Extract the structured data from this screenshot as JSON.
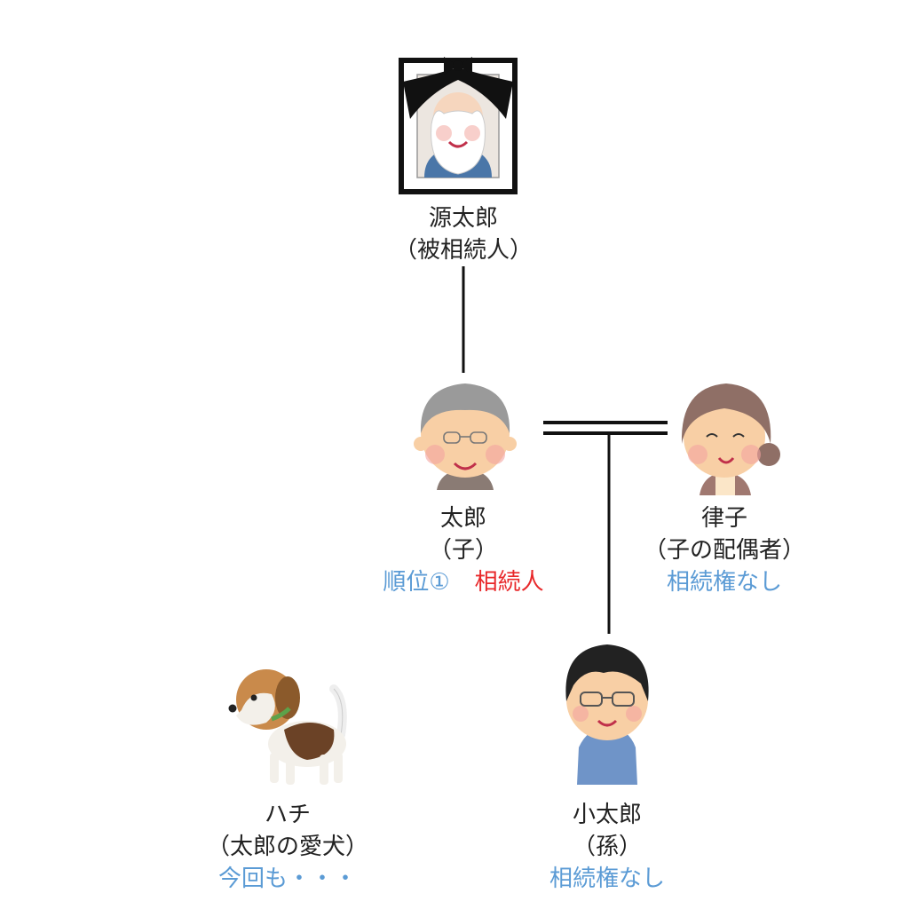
{
  "people": {
    "deceased": {
      "name": "源太郎",
      "role": "（被相続人）"
    },
    "child": {
      "name": "太郎",
      "role": "（子）",
      "rank": "順位①",
      "status": "相続人"
    },
    "spouse": {
      "name": "律子",
      "role": "（子の配偶者）",
      "status": "相続権なし"
    },
    "grandchild": {
      "name": "小太郎",
      "role": "（孫）",
      "status": "相続権なし"
    },
    "dog": {
      "name": "ハチ",
      "role": "（太郎の愛犬）",
      "status": "今回も・・・"
    }
  },
  "icons": {
    "deceased": "memorial-portrait-icon",
    "child": "elderly-man-icon",
    "spouse": "elderly-woman-icon",
    "grandchild": "young-man-glasses-icon",
    "dog": "beagle-dog-icon"
  },
  "colors": {
    "status_blue": "#5b9bd5",
    "status_red": "#e8282a",
    "line": "#111111"
  }
}
